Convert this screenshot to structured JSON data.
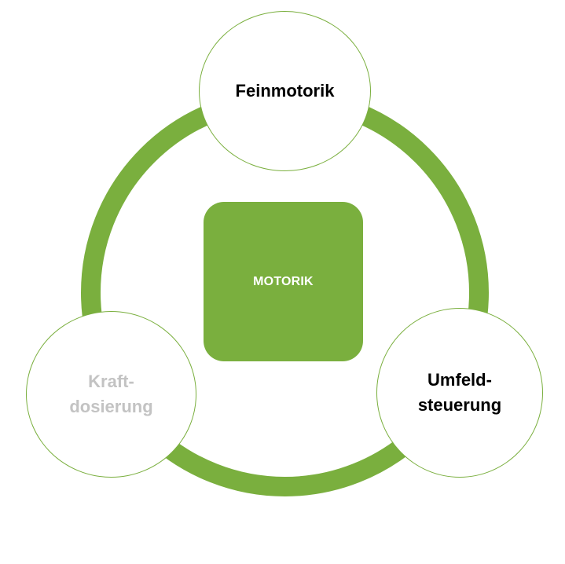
{
  "diagram": {
    "center": {
      "label": "MOTORIK"
    },
    "nodes": [
      {
        "label": "Feinmotorik",
        "color": "#000000"
      },
      {
        "label": "Umfeld-\nsteuerung",
        "color": "#000000"
      },
      {
        "label": "Kraft-\ndosierung",
        "color": "#c3c3c3"
      }
    ],
    "colors": {
      "accent": "#7aaf3e",
      "background": "#ffffff",
      "center_text": "#ffffff"
    }
  }
}
